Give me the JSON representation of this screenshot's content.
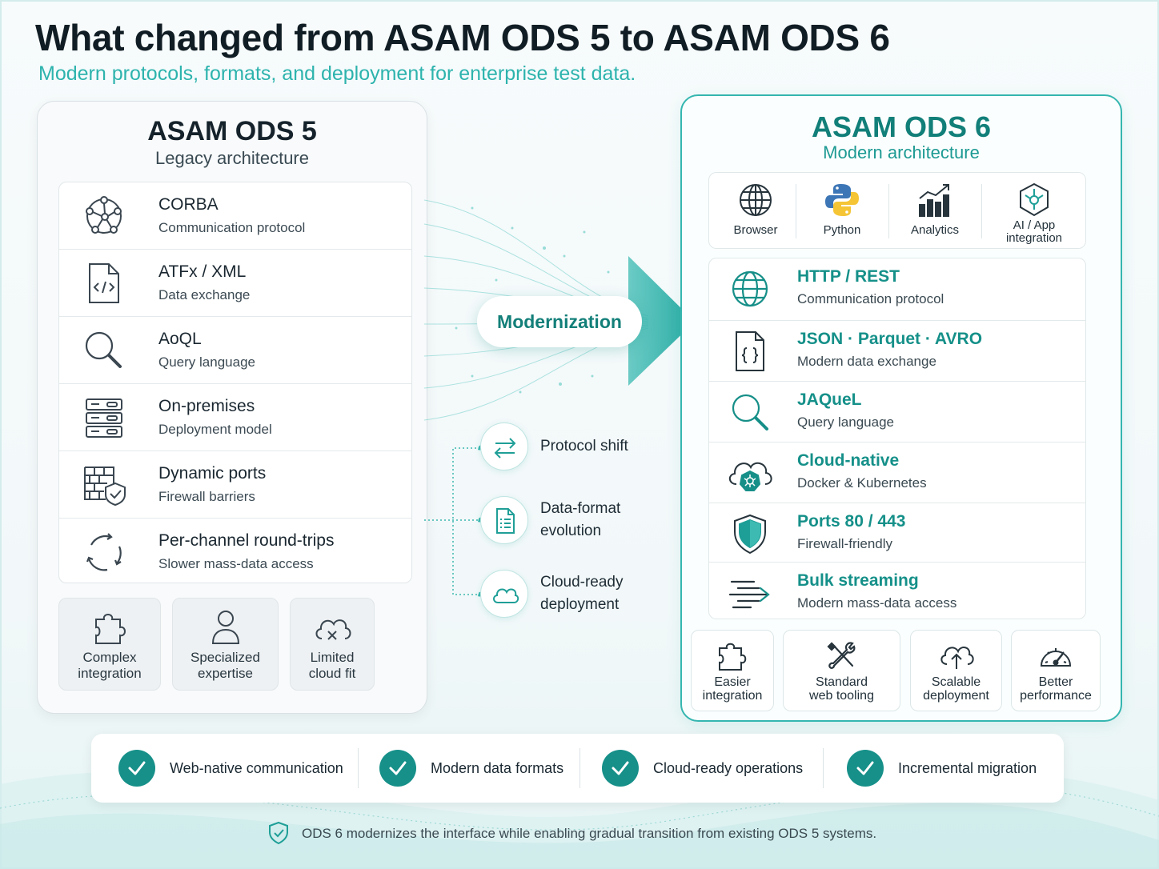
{
  "header": {
    "title": "What changed from ASAM ODS 5 to ASAM ODS 6",
    "subtitle": "Modern protocols, formats, and deployment for enterprise test data."
  },
  "ods5": {
    "title": "ASAM ODS 5",
    "subtitle": "Legacy architecture",
    "rows": [
      {
        "title": "CORBA",
        "subtitle": "Communication protocol",
        "icon": "network-nodes-icon"
      },
      {
        "title": "ATFx / XML",
        "subtitle": "Data exchange",
        "icon": "code-file-icon"
      },
      {
        "title": "AoQL",
        "subtitle": "Query language",
        "icon": "magnifier-icon"
      },
      {
        "title": "On-premises",
        "subtitle": "Deployment model",
        "icon": "server-rack-icon"
      },
      {
        "title": "Dynamic ports",
        "subtitle": "Firewall barriers",
        "icon": "firewall-shield-icon"
      },
      {
        "title": "Per-channel round-trips",
        "subtitle": "Slower mass-data access",
        "icon": "cycle-arrows-icon"
      }
    ],
    "chips": [
      {
        "label": "Complex\nintegration",
        "icon": "puzzle-icon"
      },
      {
        "label": "Specialized\nexpertise",
        "icon": "person-icon"
      },
      {
        "label": "Limited\ncloud fit",
        "icon": "cloud-x-icon"
      }
    ]
  },
  "middle": {
    "arrow_label": "Modernization",
    "steps": [
      {
        "label": "Protocol shift",
        "icon": "swap-arrows-icon"
      },
      {
        "label": "Data-format\nevolution",
        "icon": "document-icon"
      },
      {
        "label": "Cloud-ready\ndeployment",
        "icon": "cloud-icon"
      }
    ]
  },
  "ods6": {
    "title": "ASAM ODS 6",
    "subtitle": "Modern architecture",
    "tools": [
      {
        "label": "Browser",
        "icon": "globe-icon"
      },
      {
        "label": "Python",
        "icon": "python-icon"
      },
      {
        "label": "Analytics",
        "icon": "bar-chart-icon"
      },
      {
        "label": "AI / App\nintegration",
        "icon": "ai-cube-icon"
      }
    ],
    "rows": [
      {
        "title": "HTTP / REST",
        "subtitle": "Communication protocol",
        "icon": "globe-icon"
      },
      {
        "title": "JSON · Parquet · AVRO",
        "subtitle": "Modern data exchange",
        "icon": "json-file-icon"
      },
      {
        "title": "JAQueL",
        "subtitle": "Query language",
        "icon": "magnifier-icon"
      },
      {
        "title": "Cloud-native",
        "subtitle": "Docker & Kubernetes",
        "icon": "cloud-kubernetes-icon"
      },
      {
        "title": "Ports 80 / 443",
        "subtitle": "Firewall-friendly",
        "icon": "shield-icon"
      },
      {
        "title": "Bulk streaming",
        "subtitle": "Modern mass-data access",
        "icon": "streaming-arrow-icon"
      }
    ],
    "chips": [
      {
        "label": "Easier\nintegration",
        "icon": "puzzle-icon"
      },
      {
        "label": "Standard\nweb tooling",
        "icon": "tools-icon"
      },
      {
        "label": "Scalable\ndeployment",
        "icon": "cloud-upload-icon"
      },
      {
        "label": "Better\nperformance",
        "icon": "gauge-icon"
      }
    ]
  },
  "benefits": [
    {
      "label": "Web-native communication"
    },
    {
      "label": "Modern data formats"
    },
    {
      "label": "Cloud-ready operations"
    },
    {
      "label": "Incremental migration"
    }
  ],
  "footer": {
    "text": "ODS 6 modernizes the interface while enabling gradual transition from existing ODS 5 systems.",
    "icon": "shield-check-icon"
  },
  "colors": {
    "accent": "#1d9a93",
    "accent_dark": "#127f79",
    "check_fill": "#169089",
    "legacy_text": "#1a2730"
  }
}
